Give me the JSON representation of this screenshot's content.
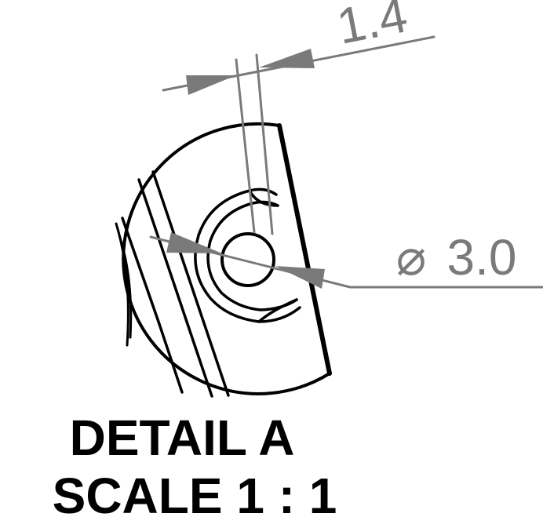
{
  "drawing": {
    "dimension_width": "1.4",
    "dimension_diameter_symbol": "⌀",
    "dimension_diameter": "3.0",
    "colors": {
      "outline": "#000000",
      "dimension": "#7a7a7a",
      "background": "#ffffff"
    }
  },
  "caption": {
    "title": "DETAIL A",
    "scale": "SCALE 1 : 1"
  }
}
